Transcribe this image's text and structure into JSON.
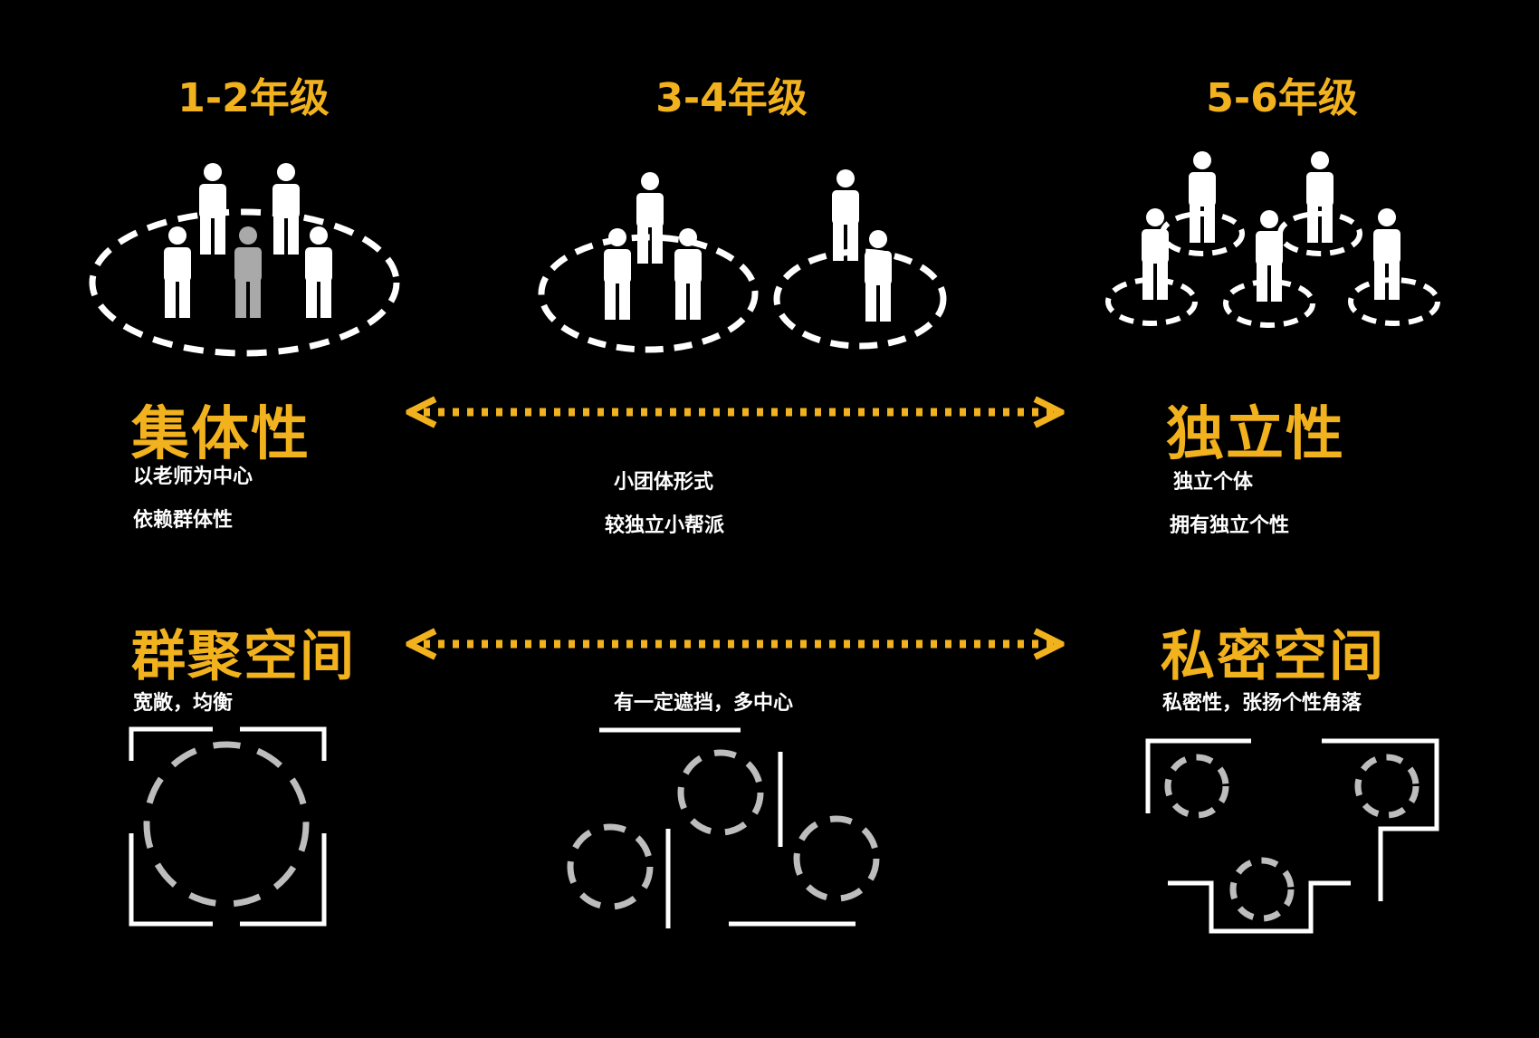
{
  "colors": {
    "accent": "#F2B21E",
    "figure": "#FFFFFF",
    "teacher": "#A9A9A9",
    "background": "#000000",
    "room_circle": "#BDBDBD"
  },
  "grades": [
    "1-2年级",
    "3-4年级",
    "5-6年级"
  ],
  "traits": {
    "left_title": "集体性",
    "left_desc": [
      "以老师为中心",
      "依赖群体性"
    ],
    "middle_desc": [
      "小团体形式",
      "较独立小帮派"
    ],
    "right_title": "独立性",
    "right_desc": [
      "独立个体",
      "拥有独立个性"
    ]
  },
  "spaces": {
    "left_title": "群聚空间",
    "left_desc": "宽敞，均衡",
    "middle_desc": "有一定遮挡，多中心",
    "right_title": "私密空间",
    "right_desc": "私密性，张扬个性角落"
  }
}
